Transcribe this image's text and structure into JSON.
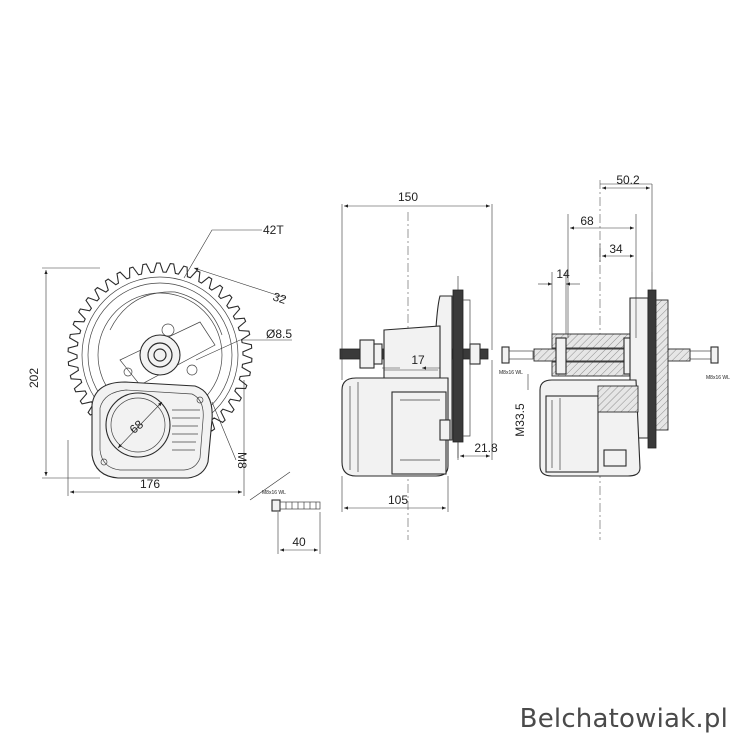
{
  "watermark": "Belchatowiak.pl",
  "front_view": {
    "dims": {
      "height": "202",
      "width": "176",
      "teeth": "42T",
      "offset": "32",
      "hole": "Ø8.5",
      "housing": "68",
      "bolt": "M8"
    },
    "bolt_label": "M8x16 WL",
    "bolt_length": "40"
  },
  "side_view": {
    "dims": {
      "overall": "150",
      "shift": "17",
      "chainline": "21.8",
      "depth": "105",
      "thread": "M33.5"
    }
  },
  "section_view": {
    "dims": {
      "d50": "50.2",
      "d68": "68",
      "d34": "34",
      "d14": "14"
    },
    "bolt_label_left": "M8x16 WL",
    "bolt_label_right": "M8x16 WL"
  },
  "colors": {
    "line": "#2b2b2b",
    "fill": "#f2f2f2",
    "dark": "#3a3a3a"
  }
}
